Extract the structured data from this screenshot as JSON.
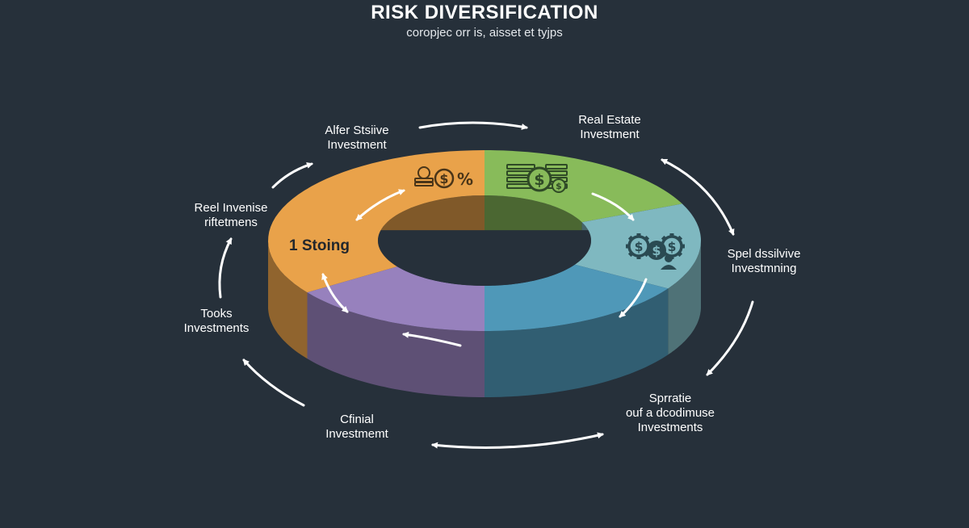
{
  "title": "RISK DIVERSIFICATION",
  "subtitle": "coropjec orr is, aisset et tyjps",
  "colors": {
    "background": "#26303a",
    "orange": "#e9a24a",
    "green": "#88bb5a",
    "teal": "#7fb8c0",
    "blue": "#4f98b8",
    "purple": "#9781bd",
    "arrow": "#ffffff"
  },
  "segment_text": "1 Stoing",
  "icons": {
    "coins_percent": "coins-percent-icon",
    "cash": "cash-icon",
    "gears_person": "gears-person-icon"
  },
  "percent_symbol": "%",
  "labels": {
    "alfer_line1": "Alfer Stsiive",
    "alfer_line2": "Investment",
    "real_estate_line1": "Real Estate",
    "real_estate_line2": "Investment",
    "reel_line1": "Reel Invenise",
    "reel_line2": "riftetmens",
    "spel_line1": "Spel dssilvive",
    "spel_line2": "Investmning",
    "tooks_line1": "Tooks",
    "tooks_line2": "Investments",
    "sprratie_line1": "Sprratie",
    "sprratie_line2": "ouf a dcodimuse",
    "sprratie_line3": "Investments",
    "cfinial_line1": "Cfinial",
    "cfinial_line2": "Investmemt"
  }
}
